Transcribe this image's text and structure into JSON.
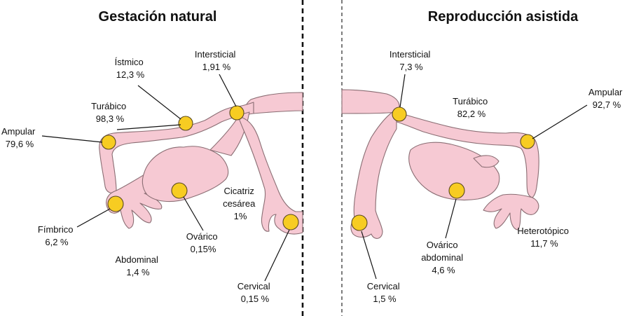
{
  "titles": {
    "left": "Gestación natural",
    "right": "Reproducción asistida"
  },
  "colors": {
    "organ_fill": "#f6c9d3",
    "organ_stroke": "#8a6d73",
    "implant_spot": "#f7cc22"
  },
  "left_labels": {
    "istmico": [
      "Ístmico",
      "12,3 %"
    ],
    "intersticial": [
      "Intersticial",
      "1,91 %"
    ],
    "turabico": [
      "Turábico",
      "98,3 %"
    ],
    "ampular": [
      "Ampular",
      "79,6 %"
    ],
    "fimbrico": [
      "Fímbrico",
      "6,2 %"
    ],
    "ovarico": [
      "Ovárico",
      "0,15%"
    ],
    "abdominal": [
      "Abdominal",
      "1,4 %"
    ],
    "cicatriz": [
      "Cicatriz",
      "cesárea",
      "1%"
    ],
    "cervical": [
      "Cervical",
      "0,15 %"
    ]
  },
  "right_labels": {
    "intersticial": [
      "Intersticial",
      "7,3 %"
    ],
    "turabico": [
      "Turábico",
      "82,2 %"
    ],
    "ampular": [
      "Ampular",
      "92,7 %"
    ],
    "heterotopico": [
      "Heterotópico",
      "11,7 %"
    ],
    "ovarico_abdominal": [
      "Ovárico",
      "abdominal",
      "4,6 %"
    ],
    "cervical": [
      "Cervical",
      "1,5 %"
    ]
  }
}
